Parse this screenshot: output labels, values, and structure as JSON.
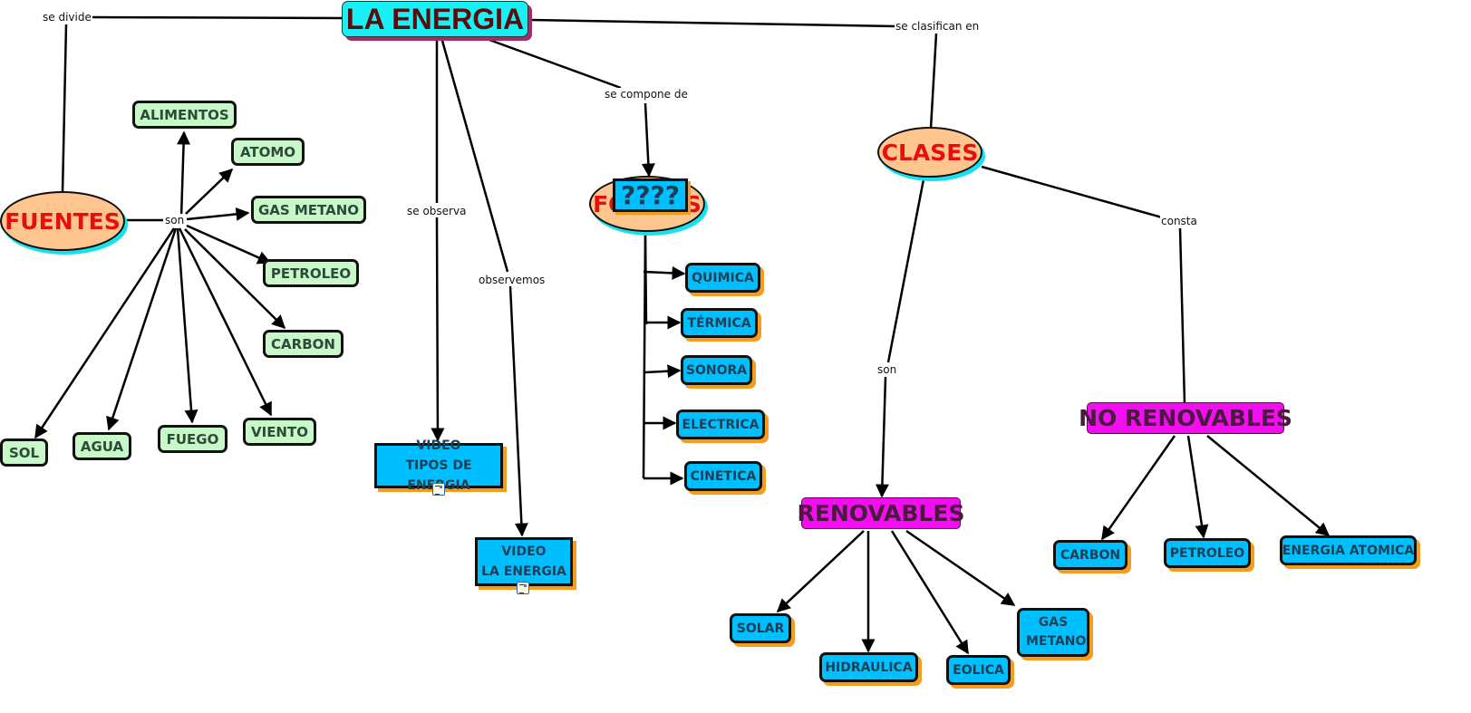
{
  "map": {
    "root": "LA ENERGIA",
    "link_labels": {
      "se_divide": "se divide",
      "se_clasifican_en": "se clasifican en",
      "se_compone_de": "se compone de",
      "se_observa": "se observa",
      "observemos": "observemos",
      "son_fuentes": "son",
      "son_clases": "son",
      "consta": "consta"
    },
    "fuentes": {
      "label": "FUENTES",
      "items": [
        "ALIMENTOS",
        "ATOMO",
        "GAS METANO",
        "PETROLEO",
        "CARBON",
        "SOL",
        "AGUA",
        "FUEGO",
        "VIENTO"
      ]
    },
    "videos": [
      {
        "line1": "VIDEO",
        "line2": "TIPOS DE ENERGIA",
        "icon": "resource-link-icon"
      },
      {
        "line1": "VIDEO",
        "line2": "LA ENERGIA",
        "icon": "resource-link-icon"
      }
    ],
    "formas": {
      "hidden_label": "FORMAS",
      "overlay_label": "????",
      "items": [
        "QUIMICA",
        "TÉRMICA",
        "SONORA",
        "ELECTRICA",
        "CINETICA"
      ]
    },
    "clases": {
      "label": "CLASES",
      "renovables": {
        "label": "RENOVABLES",
        "items": [
          "SOLAR",
          "HIDRAULICA",
          "EOLICA",
          "GAS METANO"
        ]
      },
      "no_renovables": {
        "label": "NO RENOVABLES",
        "items": [
          "CARBON",
          "PETROLEO",
          "ENERGIA ATOMICA"
        ]
      }
    }
  },
  "colors": {
    "root_fill": "#19f0f5",
    "oval_fill": "#ffc58e",
    "oval_text": "#e41010",
    "green_fill": "#c8f7c8",
    "blue_fill": "#00bfff",
    "magenta_fill": "#f10ff0",
    "shadow_orange": "#f59b1e"
  }
}
